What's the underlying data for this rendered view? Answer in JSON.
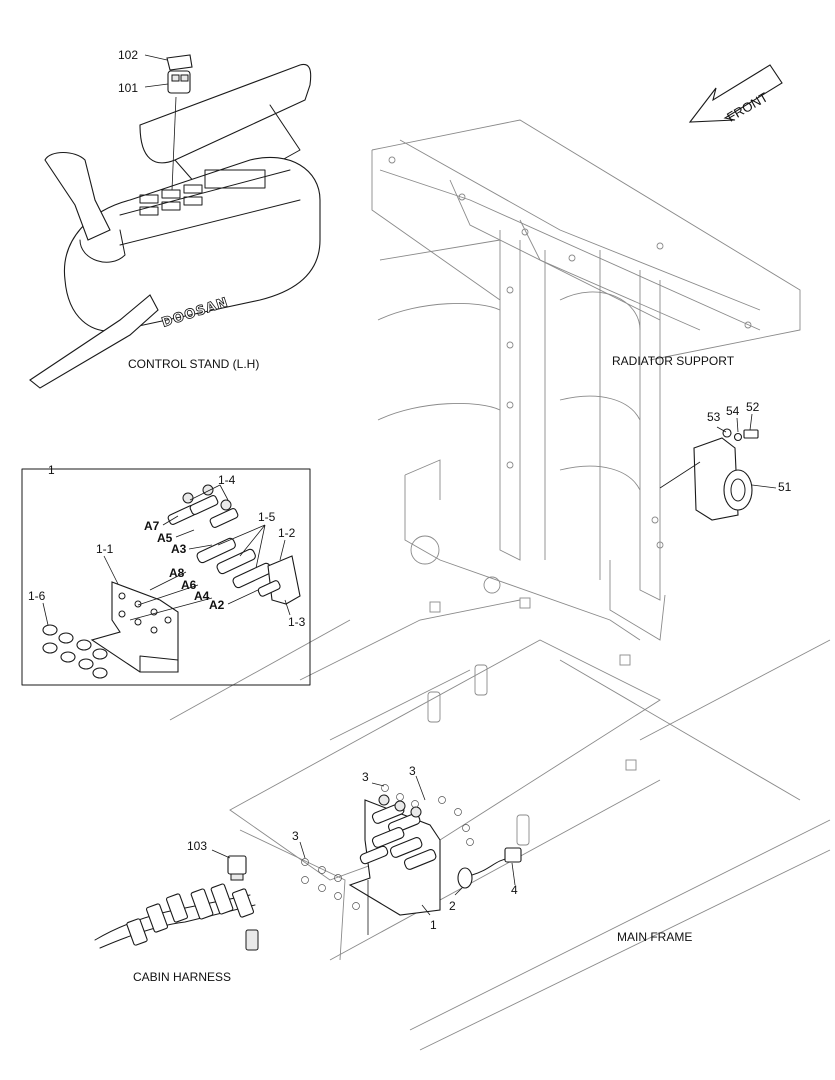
{
  "area_labels": {
    "control_stand": "CONTROL STAND (L.H)",
    "radiator_support": "RADIATOR SUPPORT",
    "main_frame": "MAIN FRAME",
    "cabin_harness": "CABIN HARNESS",
    "front_arrow": "FRONT"
  },
  "brand_logo_text": "DOOSAN",
  "part_callouts": {
    "p1_main": "1",
    "p1_detail": "1",
    "p1_1": "1-1",
    "p1_2": "1-2",
    "p1_3": "1-3",
    "p1_4": "1-4",
    "p1_5": "1-5",
    "p1_6": "1-6",
    "p2": "2",
    "p3_a": "3",
    "p3_b": "3",
    "p3_c": "3",
    "p4": "4",
    "p51": "51",
    "p52": "52",
    "p53": "53",
    "p54": "54",
    "p101": "101",
    "p102": "102",
    "p103": "103"
  },
  "port_labels": {
    "a7": "A7",
    "a5": "A5",
    "a3": "A3",
    "a8": "A8",
    "a6": "A6",
    "a4": "A4",
    "a2": "A2"
  },
  "colors": {
    "line": "#1a1a1a",
    "frame_line": "#8a8a8a",
    "background": "#ffffff"
  }
}
